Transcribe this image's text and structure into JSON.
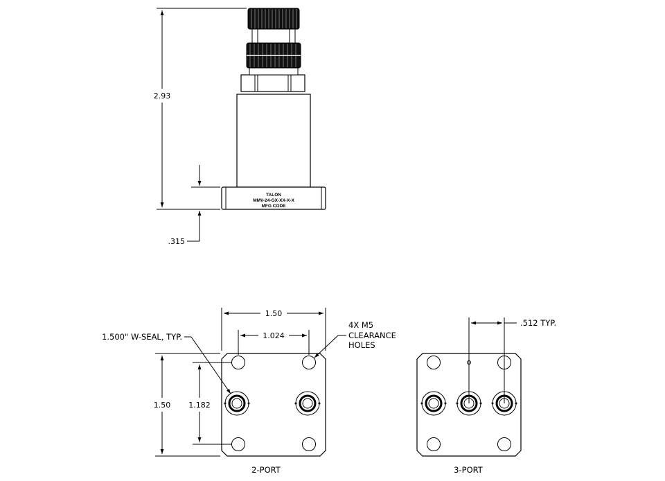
{
  "side_view": {
    "height_dim": "2.93",
    "base_dim": ".315",
    "label_line1": "TALON",
    "label_line2": "MMV-24-GX-XX-X-X",
    "label_line3": "MFG CODE"
  },
  "two_port": {
    "width_dim": "1.50",
    "hole_spacing_dim": "1.024",
    "height_dim": "1.50",
    "vertical_spacing_dim": "1.182",
    "seal_note": "1.500\" W-SEAL, TYP.",
    "holes_note_line1": "4X M5",
    "holes_note_line2": "CLEARANCE",
    "holes_note_line3": "HOLES",
    "caption": "2-PORT"
  },
  "three_port": {
    "spacing_dim": ".512 TYP.",
    "caption": "3-PORT"
  }
}
